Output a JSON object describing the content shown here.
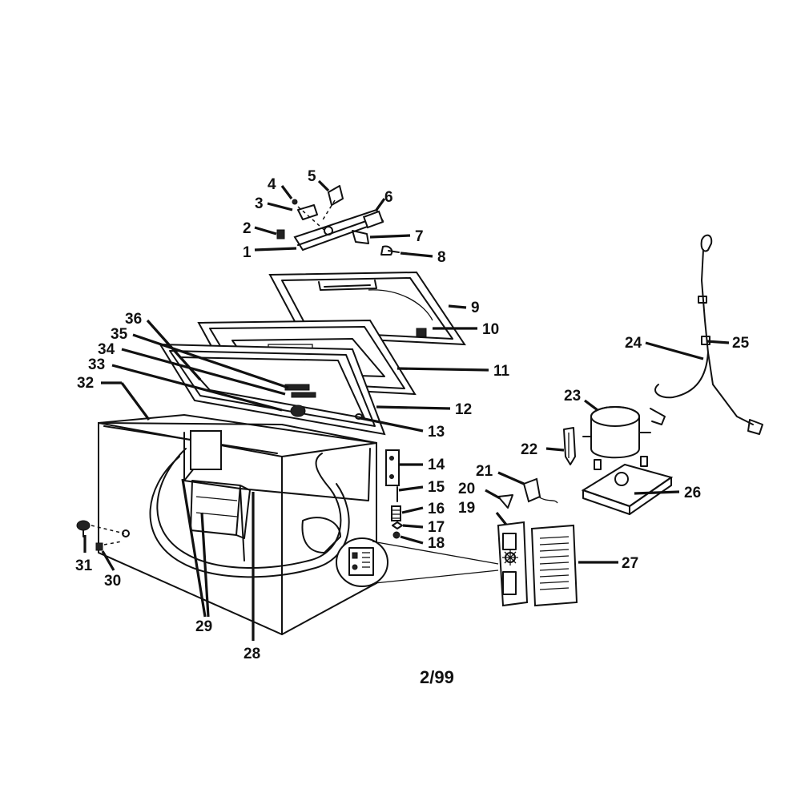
{
  "diagram": {
    "labels": [
      "1",
      "2",
      "3",
      "4",
      "5",
      "6",
      "7",
      "8",
      "9",
      "10",
      "11",
      "12",
      "13",
      "14",
      "15",
      "16",
      "17",
      "18",
      "19",
      "20",
      "21",
      "22",
      "23",
      "24",
      "25",
      "26",
      "27",
      "28",
      "29",
      "30",
      "31",
      "32",
      "33",
      "34",
      "35",
      "36"
    ],
    "date_code": "2/99"
  }
}
